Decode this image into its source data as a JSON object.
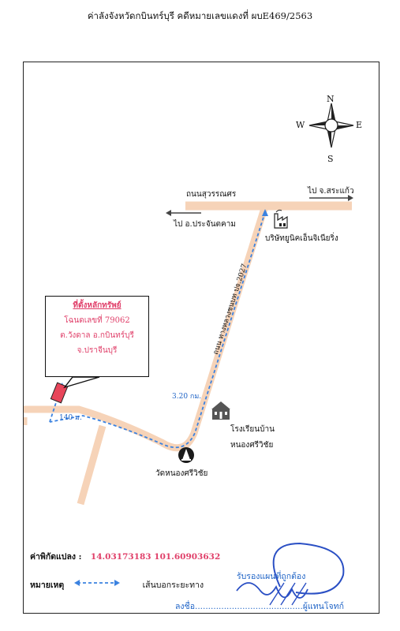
{
  "header": {
    "text": "ค่าลังจังหวัดกบินทร์บุรี คดีหมายเลขแดงที่ ผบE469/2563"
  },
  "compass": {
    "n": "N",
    "s": "S",
    "e": "E",
    "w": "W"
  },
  "roads": {
    "main_road": "ถนนสุวรรณศร",
    "to_srakaeo": "ไป จ.สระแก้ว",
    "to_prachantakham": "ไป อ.ประจันตคาม",
    "side_road": "ถนน ทางหลวงชนบท ปจ.2027"
  },
  "landmarks": {
    "factory": "บริษัทยูนิคเอ็นจิเนียริ่ง",
    "school_line1": "โรงเรียนบ้าน",
    "school_line2": "หนองศรีวิชัย",
    "temple": "วัดหนองศรีวิชัย"
  },
  "distances": {
    "long": "3.20 กม.",
    "short": "140 ม."
  },
  "property": {
    "title": "ที่ตั้งหลักทรัพย์",
    "deed": "โฉนดเลขที่ 79062",
    "subdistrict": "ต.วังดาล อ.กบินทร์บุรี",
    "province": "จ.ปราจีนบุรี"
  },
  "coords": {
    "label": "ค่าพิกัดแปลง :",
    "value": "14.03173183 101.60903632"
  },
  "legend": {
    "label": "หมายเหตุ",
    "desc": "เส้นบอกระยะทาง"
  },
  "signature": {
    "certify": "รับรองแผนที่ถูกต้อง",
    "sign_line": "ลงชื่อ.........................................ผู้แทนโจทก์"
  },
  "colors": {
    "road": "#f6d3b8",
    "route": "#3b82e0",
    "accent": "#e0406a",
    "property": "#e8455a"
  }
}
